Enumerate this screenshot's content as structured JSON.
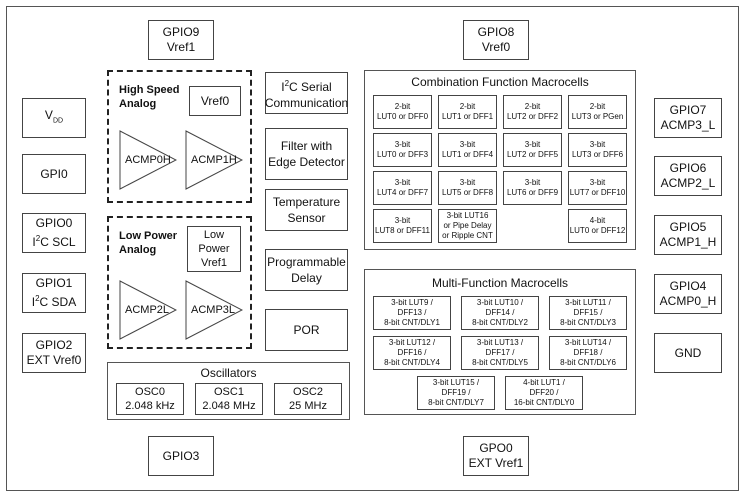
{
  "pins": {
    "gpio9": [
      "GPIO9",
      "Vref1"
    ],
    "gpio8": [
      "GPIO8",
      "Vref0"
    ],
    "vdd": "V",
    "vdd_sub": "DD",
    "gpi0": "GPI0",
    "gpio0": [
      "GPIO0",
      "I",
      "2",
      "C SCL"
    ],
    "gpio1": [
      "GPIO1",
      "I",
      "2",
      "C SDA"
    ],
    "gpio2": [
      "GPIO2",
      "EXT Vref0"
    ],
    "gpio7": [
      "GPIO7",
      "ACMP3_L"
    ],
    "gpio6": [
      "GPIO6",
      "ACMP2_L"
    ],
    "gpio5": [
      "GPIO5",
      "ACMP1_H"
    ],
    "gpio4": [
      "GPIO4",
      "ACMP0_H"
    ],
    "gnd": "GND",
    "gpio3": "GPIO3",
    "gpo0": [
      "GPO0",
      "EXT Vref1"
    ]
  },
  "high_speed": {
    "title": [
      "High Speed",
      "Analog"
    ],
    "vref": "Vref0",
    "acmp0": "ACMP0H",
    "acmp1": "ACMP1H"
  },
  "low_power": {
    "title": [
      "Low Power",
      "Analog"
    ],
    "vref": [
      "Low",
      "Power",
      "Vref1"
    ],
    "acmp2": "ACMP2L",
    "acmp3": "ACMP3L"
  },
  "blocks": {
    "i2c": [
      "I",
      "2",
      "C Serial",
      "Communication"
    ],
    "filter": [
      "Filter with",
      "Edge Detector"
    ],
    "temp": [
      "Temperature",
      "Sensor"
    ],
    "delay": [
      "Programmable",
      "Delay"
    ],
    "por": "POR"
  },
  "oscillators": {
    "title": "Oscillators",
    "osc0": [
      "OSC0",
      "2.048 kHz"
    ],
    "osc1": [
      "OSC1",
      "2.048 MHz"
    ],
    "osc2": [
      "OSC2",
      "25 MHz"
    ]
  },
  "combination": {
    "title": "Combination Function Macrocells",
    "cells": [
      [
        "2-bit",
        "LUT0 or DFF0"
      ],
      [
        "2-bit",
        "LUT1 or DFF1"
      ],
      [
        "2-bit",
        "LUT2 or DFF2"
      ],
      [
        "2-bit",
        "LUT3 or PGen"
      ],
      [
        "3-bit",
        "LUT0 or DFF3"
      ],
      [
        "3-bit",
        "LUT1 or DFF4"
      ],
      [
        "3-bit",
        "LUT2 or DFF5"
      ],
      [
        "3-bit",
        "LUT3 or DFF6"
      ],
      [
        "3-bit",
        "LUT4 or DFF7"
      ],
      [
        "3-bit",
        "LUT5 or DFF8"
      ],
      [
        "3-bit",
        "LUT6 or DFF9"
      ],
      [
        "3-bit",
        "LUT7 or DFF10"
      ],
      [
        "3-bit",
        "LUT8 or DFF11"
      ],
      [
        "3-bit LUT16",
        "or Pipe Delay",
        "or Ripple CNT"
      ],
      [
        "4-bit",
        "LUT0 or DFF12"
      ]
    ]
  },
  "multi": {
    "title": "Multi-Function Macrocells",
    "cells": [
      [
        "3-bit LUT9 /",
        "DFF13 /",
        "8-bit CNT/DLY1"
      ],
      [
        "3-bit LUT10 /",
        "DFF14 /",
        "8-bit CNT/DLY2"
      ],
      [
        "3-bit LUT11 /",
        "DFF15 /",
        "8-bit CNT/DLY3"
      ],
      [
        "3-bit LUT12 /",
        "DFF16 /",
        "8-bit CNT/DLY4"
      ],
      [
        "3-bit LUT13 /",
        "DFF17 /",
        "8-bit CNT/DLY5"
      ],
      [
        "3-bit LUT14 /",
        "DFF18 /",
        "8-bit CNT/DLY6"
      ],
      [
        "3-bit LUT15 /",
        "DFF19 /",
        "8-bit CNT/DLY7"
      ],
      [
        "4-bit LUT1 /",
        "DFF20 /",
        "16-bit CNT/DLY0"
      ]
    ]
  }
}
